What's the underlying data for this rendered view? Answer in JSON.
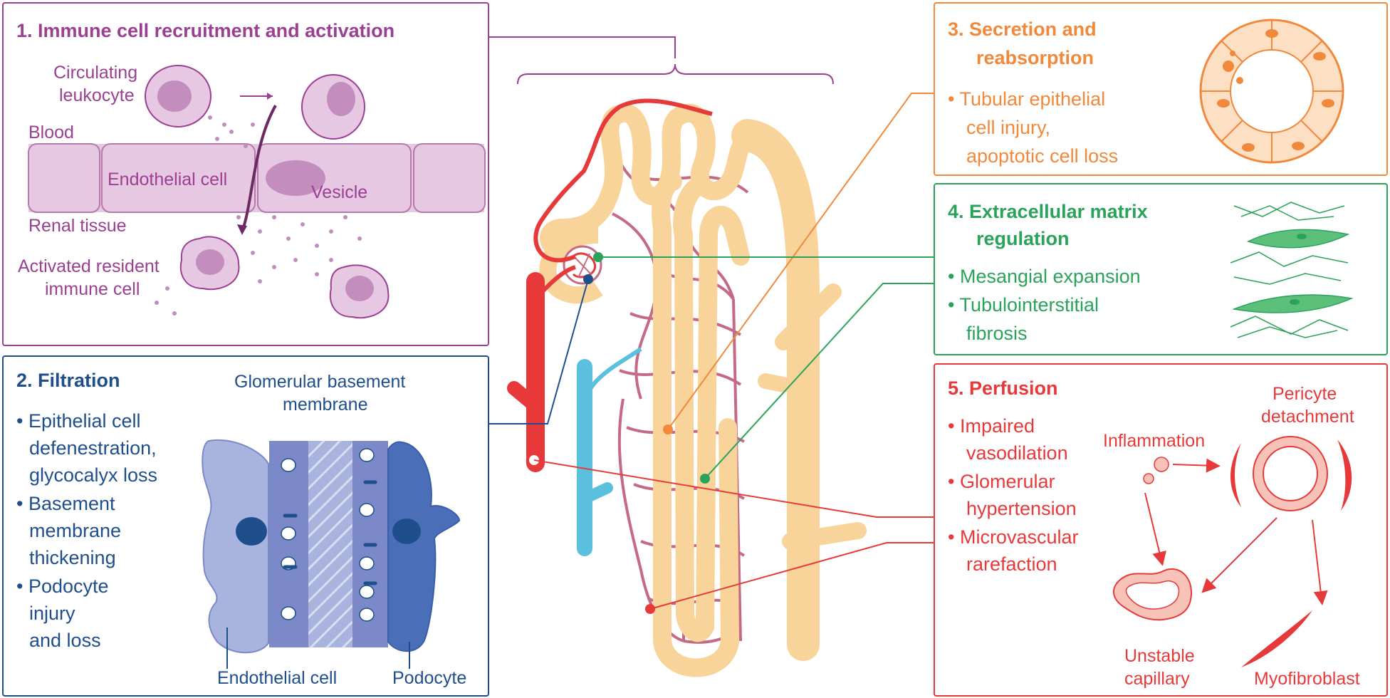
{
  "panel1": {
    "title": "1. Immune cell recruitment and activation",
    "circulating_line1": "Circulating",
    "circulating_line2": "leukocyte",
    "blood": "Blood",
    "endothelial": "Endothelial cell",
    "vesicle": "Vesicle",
    "renal_tissue": "Renal tissue",
    "activated_line1": "Activated resident",
    "activated_line2": "immune cell"
  },
  "panel2": {
    "title": "2. Filtration",
    "bullets": [
      "• Epithelial cell",
      "defenestration,",
      "glycocalyx loss",
      "• Basement",
      "membrane",
      "thickening",
      "• Podocyte",
      "injury",
      "and loss"
    ],
    "gbm_line1": "Glomerular basement",
    "gbm_line2": "membrane",
    "endothelial": "Endothelial cell",
    "podocyte": "Podocyte"
  },
  "panel3": {
    "title_line1": "3. Secretion and",
    "title_line2": "reabsorption",
    "bullet_line1": "• Tubular epithelial",
    "bullet_line2": "cell injury,",
    "bullet_line3": "apoptotic cell loss"
  },
  "panel4": {
    "title_line1": "4. Extracellular matrix",
    "title_line2": "regulation",
    "bullet1": "• Mesangial expansion",
    "bullet2_line1": "• Tubulointerstitial",
    "bullet2_line2": "fibrosis"
  },
  "panel5": {
    "title": "5. Perfusion",
    "bullets": [
      "• Impaired",
      "vasodilation",
      "• Glomerular",
      "hypertension",
      "• Microvascular",
      "rarefaction"
    ],
    "inflammation": "Inflammation",
    "pericyte_line1": "Pericyte",
    "pericyte_line2": "detachment",
    "unstable_line1": "Unstable",
    "unstable_line2": "capillary",
    "myofibroblast": "Myofibroblast"
  },
  "colors": {
    "purple": "#9b3f93",
    "navy": "#1f4e8c",
    "orange": "#f0893b",
    "green": "#2aa35a",
    "red": "#e8393a",
    "tubule": "#f8d49a",
    "capillary": "#c46a85",
    "vein": "#5bc0de"
  }
}
